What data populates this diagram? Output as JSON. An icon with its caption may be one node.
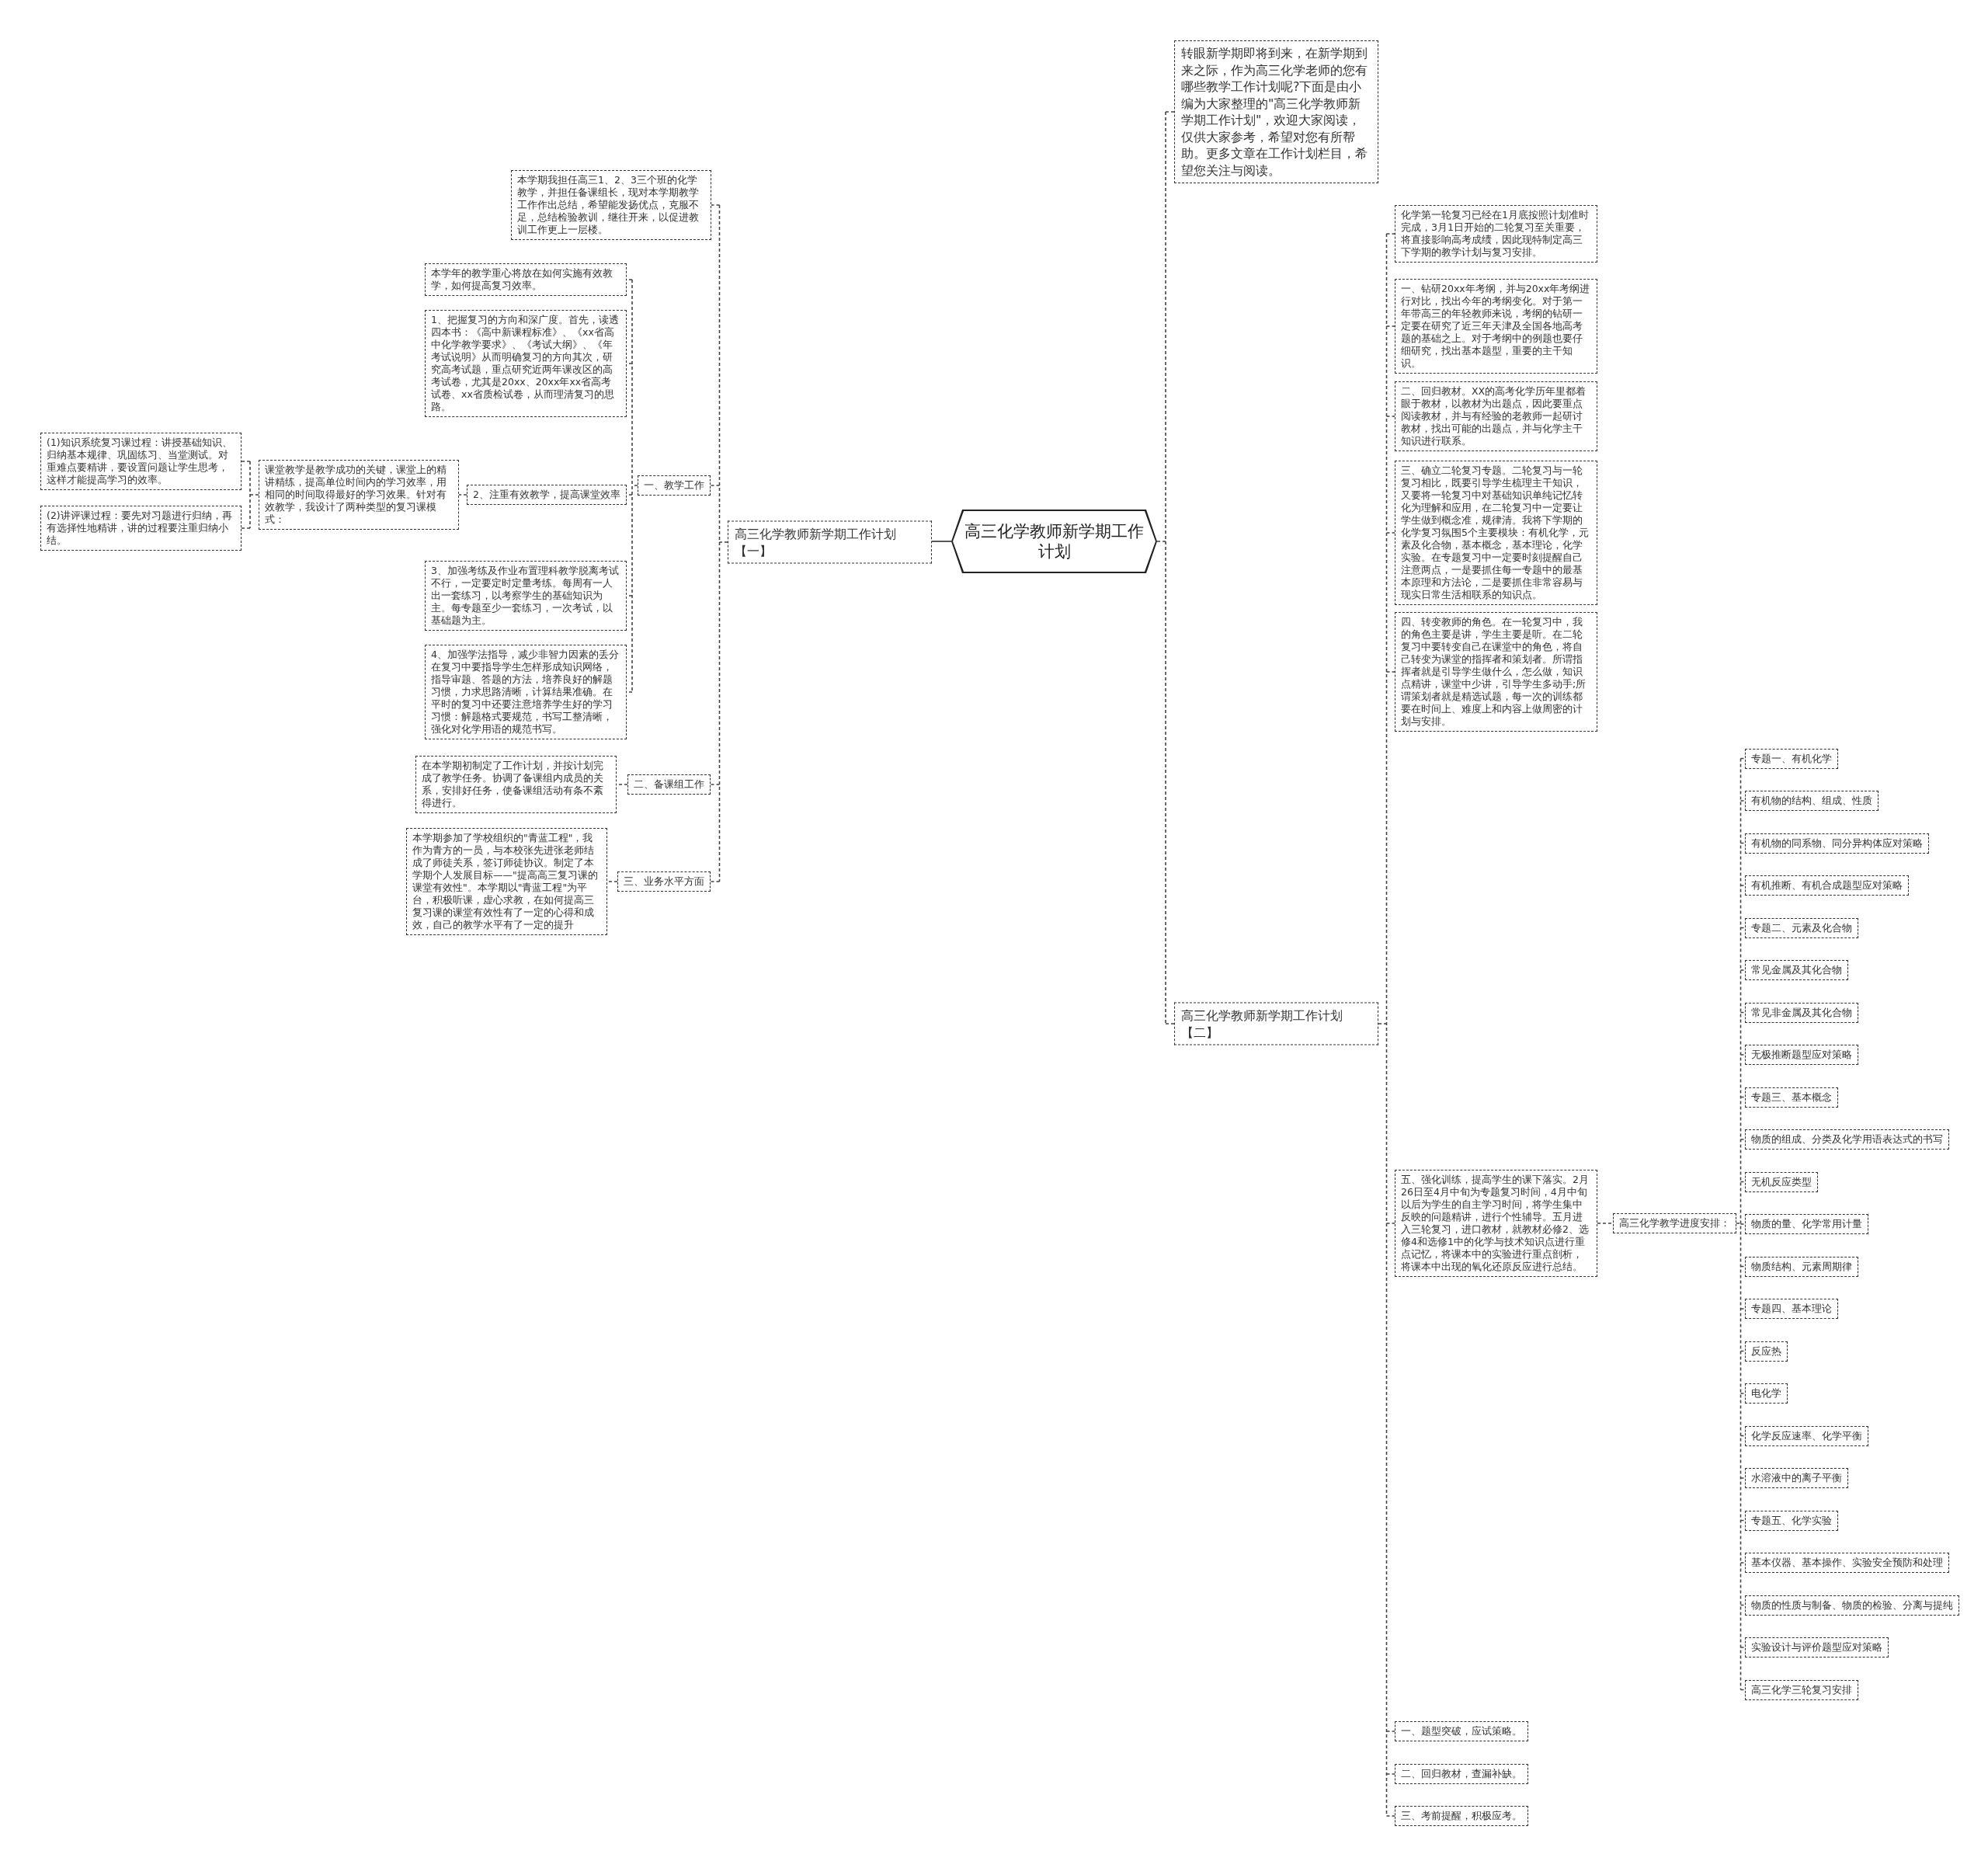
{
  "diagram": {
    "nodes": [
      {
        "text": [
          "高三化学教师新学期工作计划"
        ]
      },
      {
        "text": [
          "高三化学教师新学期工作计划【一】"
        ]
      },
      {
        "text": [
          "本学期我担任高三1、2、3三个班的化学教学，并担任备课组长，现对本学期教学工作作出总结，希望能发扬优点，克服不足，总结检验教训，继往开来，以促进教训工作更上一层楼。"
        ]
      },
      {
        "text": [
          "一、教学工作"
        ]
      },
      {
        "text": [
          "本学年的教学重心将放在如何实施有效教学，如何提高复习效率。"
        ]
      },
      {
        "text": [
          "1、把握复习的方向和深广度。首先，读透四本书：《高中新课程标准》、《xx省高中化学教学要求》、《考试大纲》、《年考试说明》从而明确复习的方向其次，研究高考试题，重点研究近两年课改区的高考试卷，尤其是20xx、20xx年xx省高考试卷、xx省质检试卷，从而理清复习的思路。"
        ]
      },
      {
        "text": [
          "2、注重有效教学，提高课堂效率"
        ]
      },
      {
        "text": [
          "课堂教学是教学成功的关键，课堂上的精讲精练，提高单位时间内的学习效率，用相同的时间取得最好的学习效果。针对有效教学，我设计了两种类型的复习课模式："
        ]
      },
      {
        "text": [
          "(1)知识系统复习课过程：讲授基础知识、归纳基本规律、巩固练习、当堂测试。对重难点要精讲，要设置问题让学生思考，这样才能提高学习的效率。"
        ]
      },
      {
        "text": [
          "(2)讲评课过程：要先对习题进行归纳，再有选择性地精讲，讲的过程要注重归纳小结。"
        ]
      },
      {
        "text": [
          "3、加强考练及作业布置理科教学脱离考试不行，一定要定时定量考练。每周有一人出一套练习，以考察学生的基础知识为主。每专题至少一套练习，一次考试，以基础题为主。"
        ]
      },
      {
        "text": [
          "4、加强学法指导，减少非智力因素的丢分在复习中要指导学生怎样形成知识网络，指导审题、答题的方法，培养良好的解题习惯，力求思路清晰，计算结果准确。在平时的复习中还要注意培养学生好的学习习惯：解题格式要规范，书写工整清晰，强化对化学用语的规范书写。"
        ]
      },
      {
        "text": [
          "二、备课组工作"
        ]
      },
      {
        "text": [
          "在本学期初制定了工作计划，并按计划完成了教学任务。协调了备课组内成员的关系，安排好任务，使备课组活动有条不紊得进行。"
        ]
      },
      {
        "text": [
          "三、业务水平方面"
        ]
      },
      {
        "text": [
          "本学期参加了学校组织的\"青蓝工程\"，我作为青方的一员，与本校张先进张老师结成了师徒关系，签订师徒协议。制定了本学期个人发展目标——\"提高高三复习课的课堂有效性\"。本学期以\"青蓝工程\"为平台，积极听课，虚心求教，在如何提高三复习课的课堂有效性有了一定的心得和成效，自己的教学水平有了一定的提升"
        ]
      },
      {
        "text": [
          "转眼新学期即将到来，在新学期到来之际，作为高三化学老师的您有哪些教学工作计划呢?下面是由小编为大家整理的\"高三化学教师新学期工作计划\"，欢迎大家阅读，仅供大家参考，希望对您有所帮助。更多文章在工作计划栏目，希望您关注与阅读。"
        ]
      },
      {
        "text": [
          "高三化学教师新学期工作计划【二】"
        ]
      },
      {
        "text": [
          "化学第一轮复习已经在1月底按照计划准时完成，3月1日开始的二轮复习至关重要，将直接影响高考成绩，因此现特制定高三下学期的教学计划与复习安排。"
        ]
      },
      {
        "text": [
          "一、钻研20xx年考纲，并与20xx年考纲进行对比，找出今年的考纲变化。对于第一年带高三的年轻教师来说，考纲的钻研一定要在研究了近三年天津及全国各地高考题的基础之上。对于考纲中的例题也要仔细研究，找出基本题型，重要的主干知识。"
        ]
      },
      {
        "text": [
          "二、回归教材。XX的高考化学历年里都着眼于教材，以教材为出题点，因此要重点阅读教材，并与有经验的老教师一起研讨教材，找出可能的出题点，并与化学主干知识进行联系。"
        ]
      },
      {
        "text": [
          "三、确立二轮复习专题。二轮复习与一轮复习相比，既要引导学生梳理主干知识，又要将一轮复习中对基础知识单纯记忆转化为理解和应用，在二轮复习中一定要让学生做到概念准，规律清。我将下学期的化学复习氛围5个主要模块：有机化学，元素及化合物，基本概念，基本理论，化学实验。在专题复习中一定要时刻提醒自己注意两点，一是要抓住每一专题中的最基本原理和方法论，二是要抓住非常容易与现实日常生活相联系的知识点。"
        ]
      },
      {
        "text": [
          "四、转变教师的角色。在一轮复习中，我的角色主要是讲，学生主要是听。在二轮复习中要转变自己在课堂中的角色，将自己转变为课堂的指挥者和策划者。所谓指挥者就是引导学生做什么，怎么做，知识点精讲，课堂中少讲，引导学生多动手;所谓策划者就是精选试题，每一次的训练都要在时间上、难度上和内容上做周密的计划与安排。"
        ]
      },
      {
        "text": [
          "五、强化训练，提高学生的课下落实。2月26日至4月中旬为专题复习时间，4月中旬以后为学生的自主学习时间，将学生集中反映的问题精讲，进行个性辅导。五月进入三轮复习，进口教材，就教材必修2、选修4和选修1中的化学与技术知识点进行重点记忆，将课本中的实验进行重点剖析，将课本中出现的氧化还原反应进行总结。"
        ]
      },
      {
        "text": [
          "高三化学教学进度安排："
        ]
      },
      {
        "text": [
          "专题一、有机化学"
        ]
      },
      {
        "text": [
          "有机物的结构、组成、性质"
        ]
      },
      {
        "text": [
          "有机物的同系物、同分异构体应对策略"
        ]
      },
      {
        "text": [
          "有机推断、有机合成题型应对策略"
        ]
      },
      {
        "text": [
          "专题二、元素及化合物"
        ]
      },
      {
        "text": [
          "常见金属及其化合物"
        ]
      },
      {
        "text": [
          "常见非金属及其化合物"
        ]
      },
      {
        "text": [
          "无极推断题型应对策略"
        ]
      },
      {
        "text": [
          "专题三、基本概念"
        ]
      },
      {
        "text": [
          "物质的组成、分类及化学用语表达式的书写"
        ]
      },
      {
        "text": [
          "无机反应类型"
        ]
      },
      {
        "text": [
          "物质的量、化学常用计量"
        ]
      },
      {
        "text": [
          "物质结构、元素周期律"
        ]
      },
      {
        "text": [
          "专题四、基本理论"
        ]
      },
      {
        "text": [
          "反应热"
        ]
      },
      {
        "text": [
          "电化学"
        ]
      },
      {
        "text": [
          "化学反应速率、化学平衡"
        ]
      },
      {
        "text": [
          "水溶液中的离子平衡"
        ]
      },
      {
        "text": [
          "专题五、化学实验"
        ]
      },
      {
        "text": [
          "基本仪器、基本操作、实验安全预防和处理"
        ]
      },
      {
        "text": [
          "物质的性质与制备、物质的检验、分离与提纯"
        ]
      },
      {
        "text": [
          "实验设计与评价题型应对策略"
        ]
      },
      {
        "text": [
          "高三化学三轮复习安排"
        ]
      },
      {
        "text": [
          "一、题型突破，应试策略。"
        ]
      },
      {
        "text": [
          "二、回归教材，查漏补缺。"
        ]
      },
      {
        "text": [
          "三、考前提醒，积极应考。"
        ]
      }
    ],
    "edges": [
      {
        "from": 0,
        "to": 1,
        "arrow": "none"
      },
      {
        "from": 1,
        "to": 2,
        "arrow": "none",
        "style": "dashed"
      },
      {
        "from": 1,
        "to": 3,
        "arrow": "none",
        "style": "dashed"
      },
      {
        "from": 3,
        "to": 4,
        "arrow": "none",
        "style": "dashed"
      },
      {
        "from": 3,
        "to": 5,
        "arrow": "none",
        "style": "dashed"
      },
      {
        "from": 3,
        "to": 6,
        "arrow": "none",
        "style": "dashed"
      },
      {
        "from": 6,
        "to": 7,
        "arrow": "none",
        "style": "dashed"
      },
      {
        "from": 7,
        "to": 8,
        "arrow": "none",
        "style": "dashed"
      },
      {
        "from": 7,
        "to": 9,
        "arrow": "none",
        "style": "dashed"
      },
      {
        "from": 3,
        "to": 10,
        "arrow": "none",
        "style": "dashed"
      },
      {
        "from": 3,
        "to": 11,
        "arrow": "none",
        "style": "dashed"
      },
      {
        "from": 1,
        "to": 12,
        "arrow": "none",
        "style": "dashed"
      },
      {
        "from": 12,
        "to": 13,
        "arrow": "none",
        "style": "dashed"
      },
      {
        "from": 1,
        "to": 14,
        "arrow": "none",
        "style": "dashed"
      },
      {
        "from": 14,
        "to": 15,
        "arrow": "none",
        "style": "dashed"
      },
      {
        "from": 0,
        "to": 16,
        "arrow": "none",
        "style": "dashed"
      },
      {
        "from": 0,
        "to": 17,
        "arrow": "none",
        "style": "dashed"
      },
      {
        "from": 17,
        "to": 18,
        "arrow": "none",
        "style": "dashed"
      },
      {
        "from": 17,
        "to": 19,
        "arrow": "none",
        "style": "dashed"
      },
      {
        "from": 17,
        "to": 20,
        "arrow": "none",
        "style": "dashed"
      },
      {
        "from": 17,
        "to": 21,
        "arrow": "none",
        "style": "dashed"
      },
      {
        "from": 17,
        "to": 22,
        "arrow": "none",
        "style": "dashed"
      },
      {
        "from": 17,
        "to": 23,
        "arrow": "none",
        "style": "dashed"
      },
      {
        "from": 23,
        "to": 24,
        "arrow": "none",
        "style": "dashed"
      },
      {
        "from": 24,
        "to": 25,
        "arrow": "none",
        "style": "dashed"
      },
      {
        "from": 24,
        "to": 26,
        "arrow": "none",
        "style": "dashed"
      },
      {
        "from": 24,
        "to": 27,
        "arrow": "none",
        "style": "dashed"
      },
      {
        "from": 24,
        "to": 28,
        "arrow": "none",
        "style": "dashed"
      },
      {
        "from": 24,
        "to": 29,
        "arrow": "none",
        "style": "dashed"
      },
      {
        "from": 24,
        "to": 30,
        "arrow": "none",
        "style": "dashed"
      },
      {
        "from": 24,
        "to": 31,
        "arrow": "none",
        "style": "dashed"
      },
      {
        "from": 24,
        "to": 32,
        "arrow": "none",
        "style": "dashed"
      },
      {
        "from": 24,
        "to": 33,
        "arrow": "none",
        "style": "dashed"
      },
      {
        "from": 24,
        "to": 34,
        "arrow": "none",
        "style": "dashed"
      },
      {
        "from": 24,
        "to": 35,
        "arrow": "none",
        "style": "dashed"
      },
      {
        "from": 24,
        "to": 36,
        "arrow": "none",
        "style": "dashed"
      },
      {
        "from": 24,
        "to": 37,
        "arrow": "none",
        "style": "dashed"
      },
      {
        "from": 24,
        "to": 38,
        "arrow": "none",
        "style": "dashed"
      },
      {
        "from": 24,
        "to": 39,
        "arrow": "none",
        "style": "dashed"
      },
      {
        "from": 24,
        "to": 40,
        "arrow": "none",
        "style": "dashed"
      },
      {
        "from": 24,
        "to": 41,
        "arrow": "none",
        "style": "dashed"
      },
      {
        "from": 24,
        "to": 42,
        "arrow": "none",
        "style": "dashed"
      },
      {
        "from": 24,
        "to": 43,
        "arrow": "none",
        "style": "dashed"
      },
      {
        "from": 24,
        "to": 44,
        "arrow": "none",
        "style": "dashed"
      },
      {
        "from": 24,
        "to": 45,
        "arrow": "none",
        "style": "dashed"
      },
      {
        "from": 24,
        "to": 46,
        "arrow": "none",
        "style": "dashed"
      },
      {
        "from": 24,
        "to": 47,
        "arrow": "none",
        "style": "dashed"
      },
      {
        "from": 17,
        "to": 48,
        "arrow": "none",
        "style": "dashed"
      },
      {
        "from": 17,
        "to": 49,
        "arrow": "none",
        "style": "dashed"
      },
      {
        "from": 17,
        "to": 50,
        "arrow": "none",
        "style": "dashed"
      }
    ]
  }
}
